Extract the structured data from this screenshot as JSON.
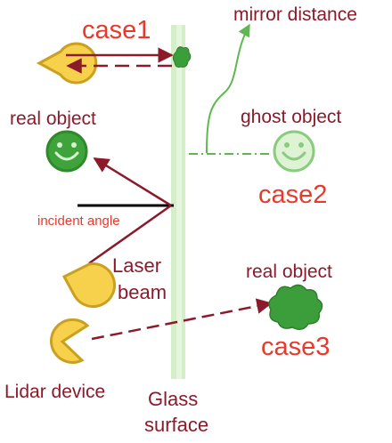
{
  "labels": {
    "case1": "case1",
    "case2": "case2",
    "case3": "case3",
    "mirror_distance": "mirror distance",
    "real_object_top": "real object",
    "ghost_object": "ghost object",
    "incident_angle": "incident angle",
    "laser_line1": "Laser",
    "laser_line2": "beam",
    "real_object_right": "real object",
    "lidar_device": "Lidar device",
    "glass_line1": "Glass",
    "glass_line2": "surface"
  },
  "colors": {
    "dark_red": "#8B1A2B",
    "label_red": "#E8392C",
    "glass_green": "#D4EFC8",
    "smiley_green": "#3FA33B",
    "bush_green": "#3C9E3A",
    "pacman_yellow": "#F7D14C",
    "pacman_outline": "#C9A020",
    "mirror_line_green": "#5EB84E"
  },
  "icons": [
    "pacman-icon",
    "smiley-icon",
    "ghost-smiley-icon",
    "bush-icon"
  ]
}
